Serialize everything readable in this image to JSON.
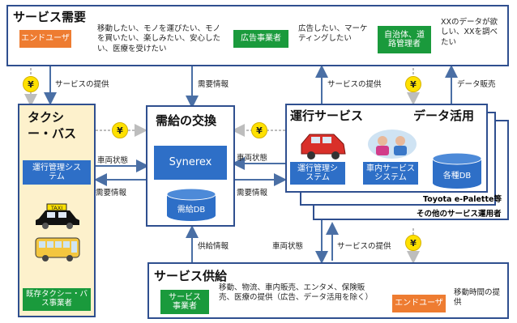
{
  "demand": {
    "title": "サービス需要",
    "end_user": {
      "label": "エンドユーザ",
      "desc": "移動したい、モノを運びたい、モノを買いたい、楽しみたい、安心したい、医療を受けたい"
    },
    "advertiser": {
      "label": "広告事業者",
      "desc": "広告したい、マーケティングしたい"
    },
    "government": {
      "label": "自治体、道路管理者",
      "desc": "XXのデータが欲しい、XXを調べたい"
    }
  },
  "taxi": {
    "title": "タクシー・バス",
    "ops_system": "運行管理システム",
    "operator": "既存タクシー・バス事業者",
    "taxi_sign": "TAXI"
  },
  "exchange": {
    "title": "需給の交換",
    "synerex": "Synerex",
    "db": "需給DB"
  },
  "service": {
    "title_ops": "運行サービス",
    "title_data": "データ活用",
    "ops_system": "運行管理システム",
    "in_vehicle": "車内サービスシステム",
    "db": "各種DB",
    "palette": "Toyota e-Palette等",
    "others": "その他のサービス運用者"
  },
  "supply": {
    "title": "サービス供給",
    "provider": {
      "label": "サービス事業者",
      "desc": "移動、物流、車内販売、エンタメ、保険販売、医療の提供（広告、データ活用を除く）"
    },
    "end_user": {
      "label": "エンドユーザ",
      "desc": "移動時間の提供"
    }
  },
  "arrows": {
    "service_provide_left": "サービスの提供",
    "demand_info_top": "需要情報",
    "service_provide_top": "サービスの提供",
    "data_sales": "データ販売",
    "vehicle_state_left": "車両状態",
    "demand_info_left": "需要情報",
    "vehicle_state_right": "車両状態",
    "demand_info_right": "需要情報",
    "supply_info": "供給情報",
    "vehicle_state_bottom": "車両状態",
    "service_provide_bottom": "サービスの提供"
  },
  "currency": "¥",
  "colors": {
    "frame": "#2f4f8f",
    "taxi_bg": "#fdf1cc",
    "orange": "#ee7c31",
    "green": "#1a9a3c",
    "blue": "#2e6fc7",
    "arrow": "#4a6fa5",
    "coin": "#ffe100"
  }
}
